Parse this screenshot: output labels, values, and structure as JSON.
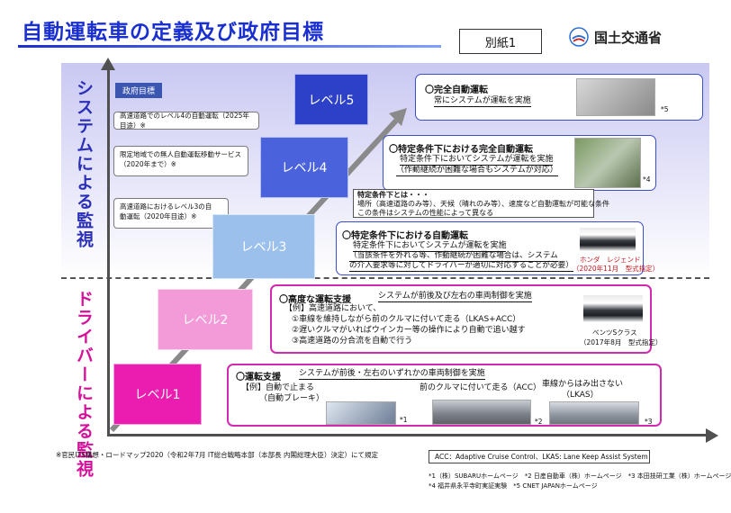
{
  "header": {
    "title": "自動運転車の定義及び政府目標",
    "attachment_label": "別紙1",
    "ministry": "国土交通省"
  },
  "axes": {
    "system_label": "システムによる監視",
    "driver_label": "ドライバーによる監視"
  },
  "gov_tag": "政府目標",
  "targets": {
    "t1": "高速道路でのレベル4の自動運転（2025年目途）※",
    "t2_line1": "限定地域での無人自動運転移動サービス",
    "t2_line2": "（2020年まで）※",
    "t3_line1": "高速道路におけるレベル3の自",
    "t3_line2": "動運転（2020年目途）※"
  },
  "levels": {
    "l5": "レベル5",
    "l4": "レベル4",
    "l3": "レベル3",
    "l2": "レベル2",
    "l1": "レベル1"
  },
  "desc5": {
    "heading": "〇完全自動運転",
    "line1": "常にシステムが運転を実施",
    "footnote_mark": "*5"
  },
  "desc4": {
    "heading": "〇特定条件下における完全自動運転",
    "line1": "特定条件下においてシステムが運転を実施",
    "line2": "（作動継続が困難な場合もシステムが対応）",
    "footnote_mark": "*4"
  },
  "conditions": {
    "heading": "特定条件下とは・・・",
    "line1": "場所（高速道路のみ等）、天候（晴れのみ等）、速度など自動運転が可能な条件",
    "line2": "この条件はシステムの性能によって異なる"
  },
  "desc3": {
    "heading": "〇特定条件下における自動運転",
    "line1": "特定条件下においてシステムが運転を実施",
    "line2": "（当該条件を外れる等、作動継続が困難な場合は、システム",
    "line3": "の介入要求等に対してドライバーが適切に対応することが必要）",
    "car_name": "ホンダ　レジェンド",
    "car_date": "（2020年11月　型式指定）"
  },
  "desc2": {
    "heading": "〇高度な運転支援",
    "subheading": "システムが前後及び左右の車両制御を実施",
    "example": "【例】高速道路において、",
    "item1": "①車線を維持しながら前のクルマに付いて走る（LKAS+ACC）",
    "item2": "②遅いクルマがいればウインカー等の操作により自動で追い越す",
    "item3": "③高速道路の分合流を自動で行う",
    "car_name": "ベンツSクラス",
    "car_date": "（2017年8月　型式指定）"
  },
  "desc1": {
    "heading": "〇運転支援",
    "subheading": "システムが前後・左右のいずれかの車両制御を実施",
    "example": "【例】自動で止まる",
    "example_sub": "（自動ブレーキ）",
    "mid": "前のクルマに付いて走る（ACC）",
    "right": "車線からはみ出さない",
    "right_sub": "（LKAS）",
    "mark1": "*1",
    "mark2": "*2",
    "mark3": "*3"
  },
  "footer": {
    "note": "※官民ITS構想・ロードマップ2020（令和2年7月 IT総合戦略本部（本部長 内閣総理大臣）決定）にて規定",
    "legend": "ACC：Adaptive Cruise Control、LKAS: Lane Keep Assist System",
    "src1": "*1（株）SUBARUホームページ　*2 日産自動車（株）ホームページ　*3 本田技研工業（株）ホームページ",
    "src2": "*4 福井県永平寺町実証実験　*5 CNET JAPANホームページ"
  },
  "colors": {
    "title_blue": "#1a2fd0",
    "level5": "#2c41c8",
    "level4": "#4a63dd",
    "level3": "#9cc0ec",
    "level2": "#f39ad9",
    "level1": "#eb1db0",
    "driver_pink": "#d4109a"
  }
}
